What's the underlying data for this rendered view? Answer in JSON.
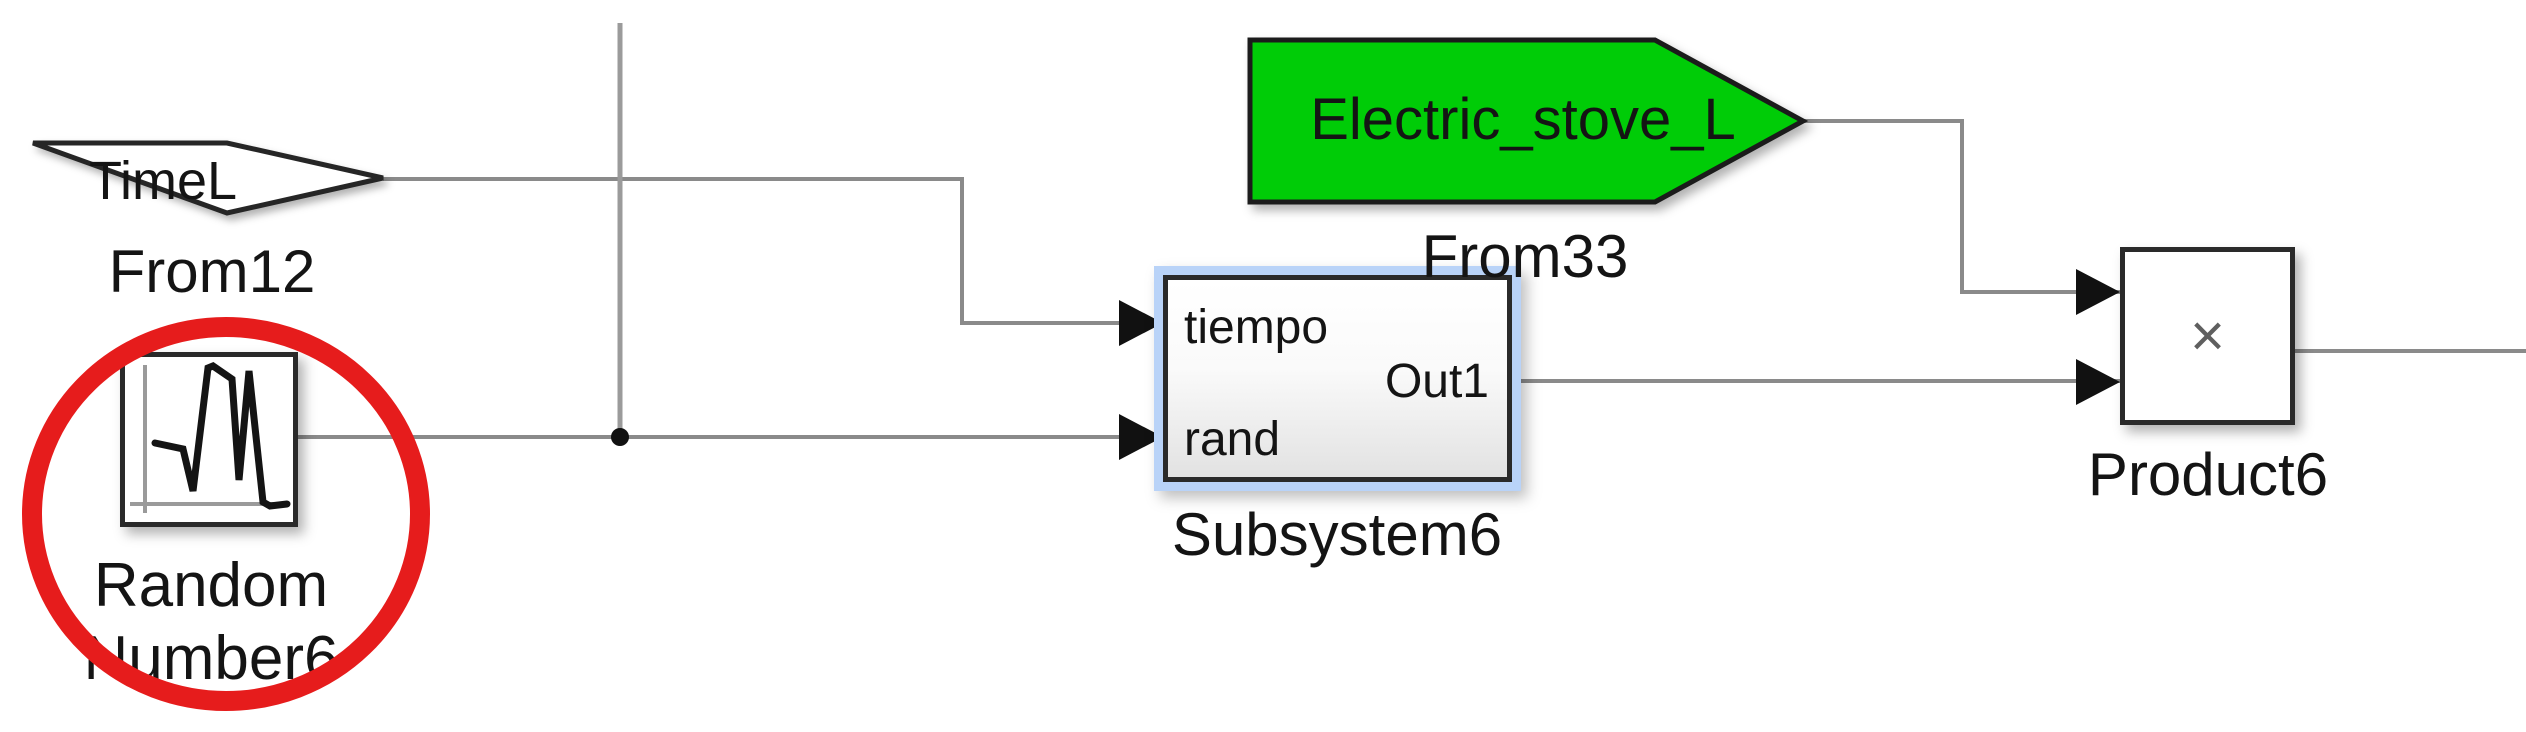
{
  "app": {
    "name": "Simulink model diagram"
  },
  "colors": {
    "background": "#ffffff",
    "wire": "#8a8a8a",
    "branch_wire": "#9b9b9b",
    "block_border": "#2a2a2a",
    "text": "#141414",
    "selection_highlight": "#b9d3f8",
    "tag_green": "#00cc07",
    "annotation_red": "#e61c1c"
  },
  "tags": {
    "time": {
      "text": "TimeL",
      "label": "From12"
    },
    "electric_stove": {
      "text": "Electric_stove_L",
      "label": "From33"
    }
  },
  "blocks": {
    "random_number": {
      "label_line1": "Random",
      "label_line2": "Number6",
      "icon": "random-waveform-icon"
    },
    "subsystem": {
      "label": "Subsystem6",
      "port_in_top": "tiempo",
      "port_in_bottom": "rand",
      "port_out": "Out1"
    },
    "product": {
      "label": "Product6",
      "operator": "×"
    }
  },
  "annotation": {
    "shape": "red-ellipse-highlight"
  }
}
